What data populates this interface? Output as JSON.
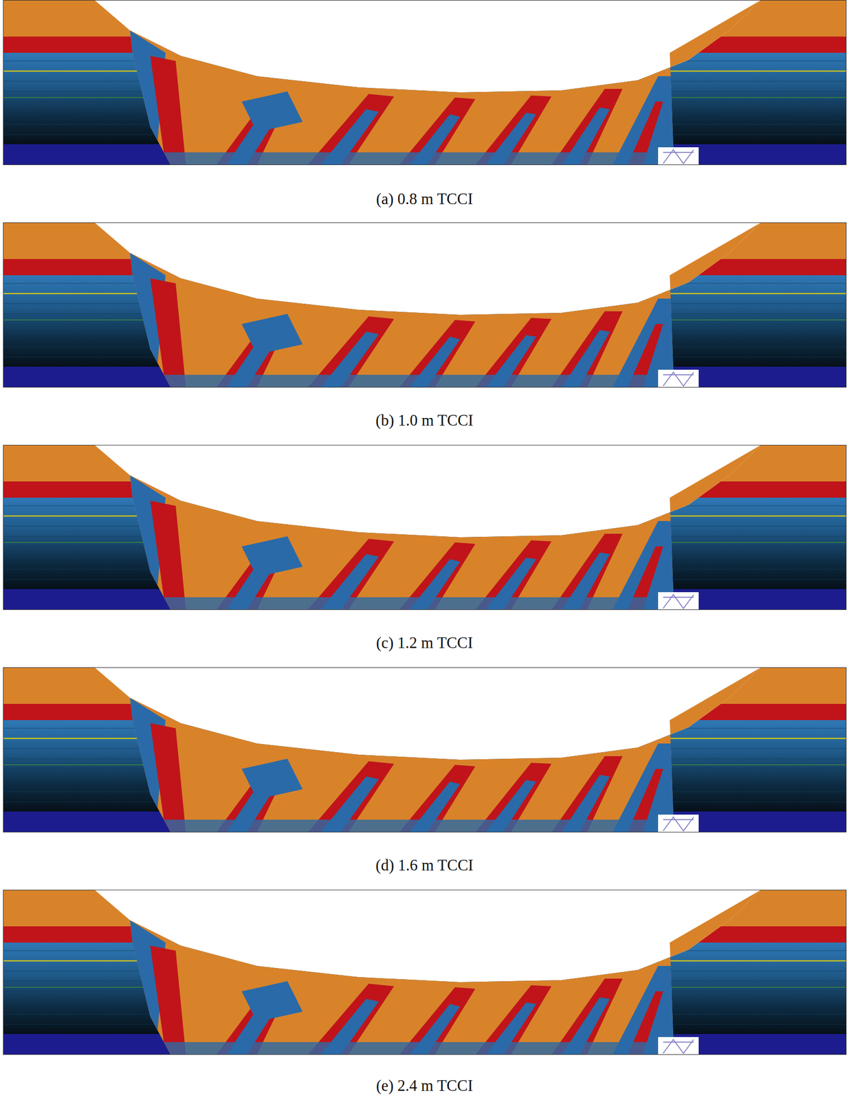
{
  "diagram": {
    "labels": [
      "(a) 0.8 m TCCI",
      "(b) 1.0 m TCCI",
      "(c) 1.2 m TCCI",
      "(d) 1.6 m TCCI",
      "(e) 2.4 m TCCI"
    ]
  }
}
